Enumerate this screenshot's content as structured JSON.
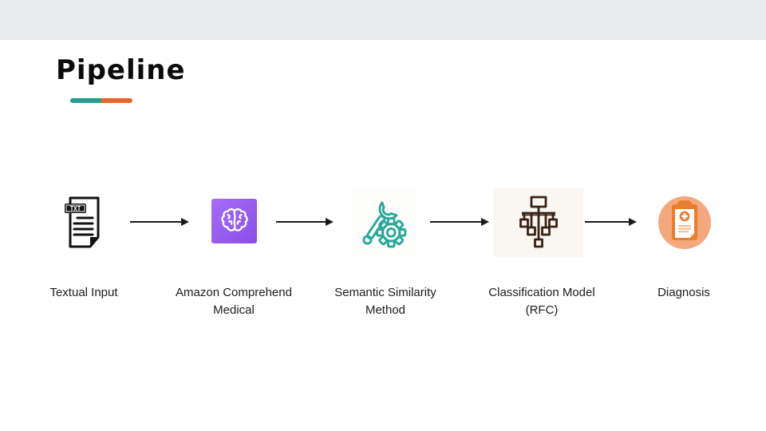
{
  "slide": {
    "title": "Pipeline",
    "colors": {
      "top_bar_gray": "#e7ebec",
      "accent_teal": "#2a9d8f",
      "accent_orange": "#e8662a",
      "arrow_black": "#1a1a1a",
      "aws_purple": "#9459ea",
      "tools_teal": "#2aa79a",
      "tree_brown": "#3a2114",
      "clipboard_orange": "#e87f2e",
      "clipboard_salmon": "#f4a87e",
      "document_black": "#111111"
    }
  },
  "pipeline": {
    "stages": [
      {
        "name": "textual-input",
        "icon": "txt-document-icon",
        "badge": "TXT",
        "lines": [
          "Textual Input",
          ""
        ]
      },
      {
        "name": "amazon-comprehend-medical",
        "icon": "aws-comprehend-medical-icon",
        "lines": [
          "Amazon Comprehend",
          "Medical"
        ]
      },
      {
        "name": "semantic-similarity-method",
        "icon": "wrench-gear-icon",
        "lines": [
          "Semantic Similarity",
          "Method"
        ]
      },
      {
        "name": "classification-model-rfc",
        "icon": "decision-tree-icon",
        "lines": [
          "Classification Model",
          "(RFC)"
        ]
      },
      {
        "name": "diagnosis",
        "icon": "medical-clipboard-icon",
        "lines": [
          "Diagnosis",
          ""
        ]
      }
    ]
  }
}
